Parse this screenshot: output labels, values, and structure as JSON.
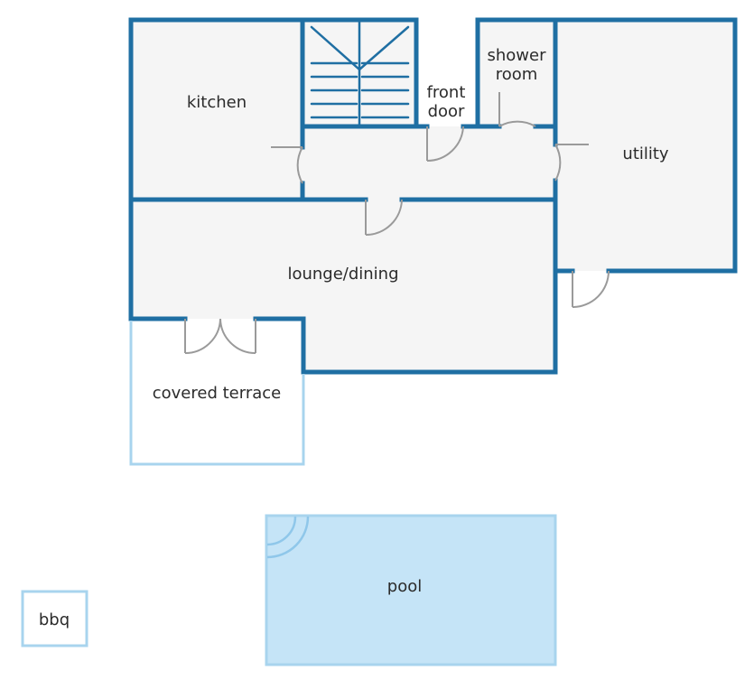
{
  "rooms": {
    "kitchen": "kitchen",
    "front_door_line1": "front",
    "front_door_line2": "door",
    "shower_line1": "shower",
    "shower_line2": "room",
    "utility": "utility",
    "lounge": "lounge/dining",
    "terrace": "covered terrace",
    "pool": "pool",
    "bbq": "bbq"
  },
  "colors": {
    "wall": "#1f6fa3",
    "outdoor_outline": "#a8d4ee",
    "floor": "#f5f5f5",
    "pool_fill": "#c5e4f7",
    "door": "#9a9a9a"
  }
}
